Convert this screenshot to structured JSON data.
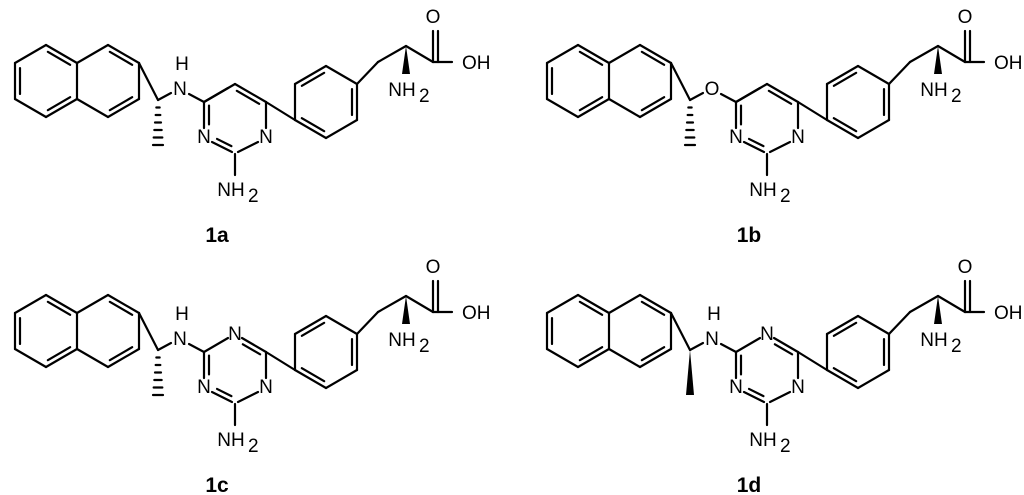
{
  "compounds": [
    {
      "id": "1a",
      "core": "pyrimidine",
      "linker": "NH",
      "stereo": "hash",
      "labels": {
        "linker": "H",
        "linker2": "N",
        "ring_n1": "N",
        "ring_n2": "N",
        "ring_n3": "",
        "amine": "NH",
        "amine_sub": "2",
        "alpha_amine": "NH",
        "alpha_amine_sub": "2",
        "carbonyl": "O",
        "hydroxyl": "OH"
      }
    },
    {
      "id": "1b",
      "core": "pyrimidine",
      "linker": "O",
      "stereo": "hash",
      "labels": {
        "linker": "",
        "linker2": "O",
        "ring_n1": "N",
        "ring_n2": "N",
        "ring_n3": "",
        "amine": "NH",
        "amine_sub": "2",
        "alpha_amine": "NH",
        "alpha_amine_sub": "2",
        "carbonyl": "O",
        "hydroxyl": "OH"
      }
    },
    {
      "id": "1c",
      "core": "triazine",
      "linker": "NH",
      "stereo": "hash",
      "labels": {
        "linker": "H",
        "linker2": "N",
        "ring_n1": "N",
        "ring_n2": "N",
        "ring_n3": "N",
        "amine": "NH",
        "amine_sub": "2",
        "alpha_amine": "NH",
        "alpha_amine_sub": "2",
        "carbonyl": "O",
        "hydroxyl": "OH"
      }
    },
    {
      "id": "1d",
      "core": "triazine",
      "linker": "NH",
      "stereo": "wedge",
      "labels": {
        "linker": "H",
        "linker2": "N",
        "ring_n1": "N",
        "ring_n2": "N",
        "ring_n3": "N",
        "amine": "NH",
        "amine_sub": "2",
        "alpha_amine": "NH",
        "alpha_amine_sub": "2",
        "carbonyl": "O",
        "hydroxyl": "OH"
      }
    }
  ]
}
